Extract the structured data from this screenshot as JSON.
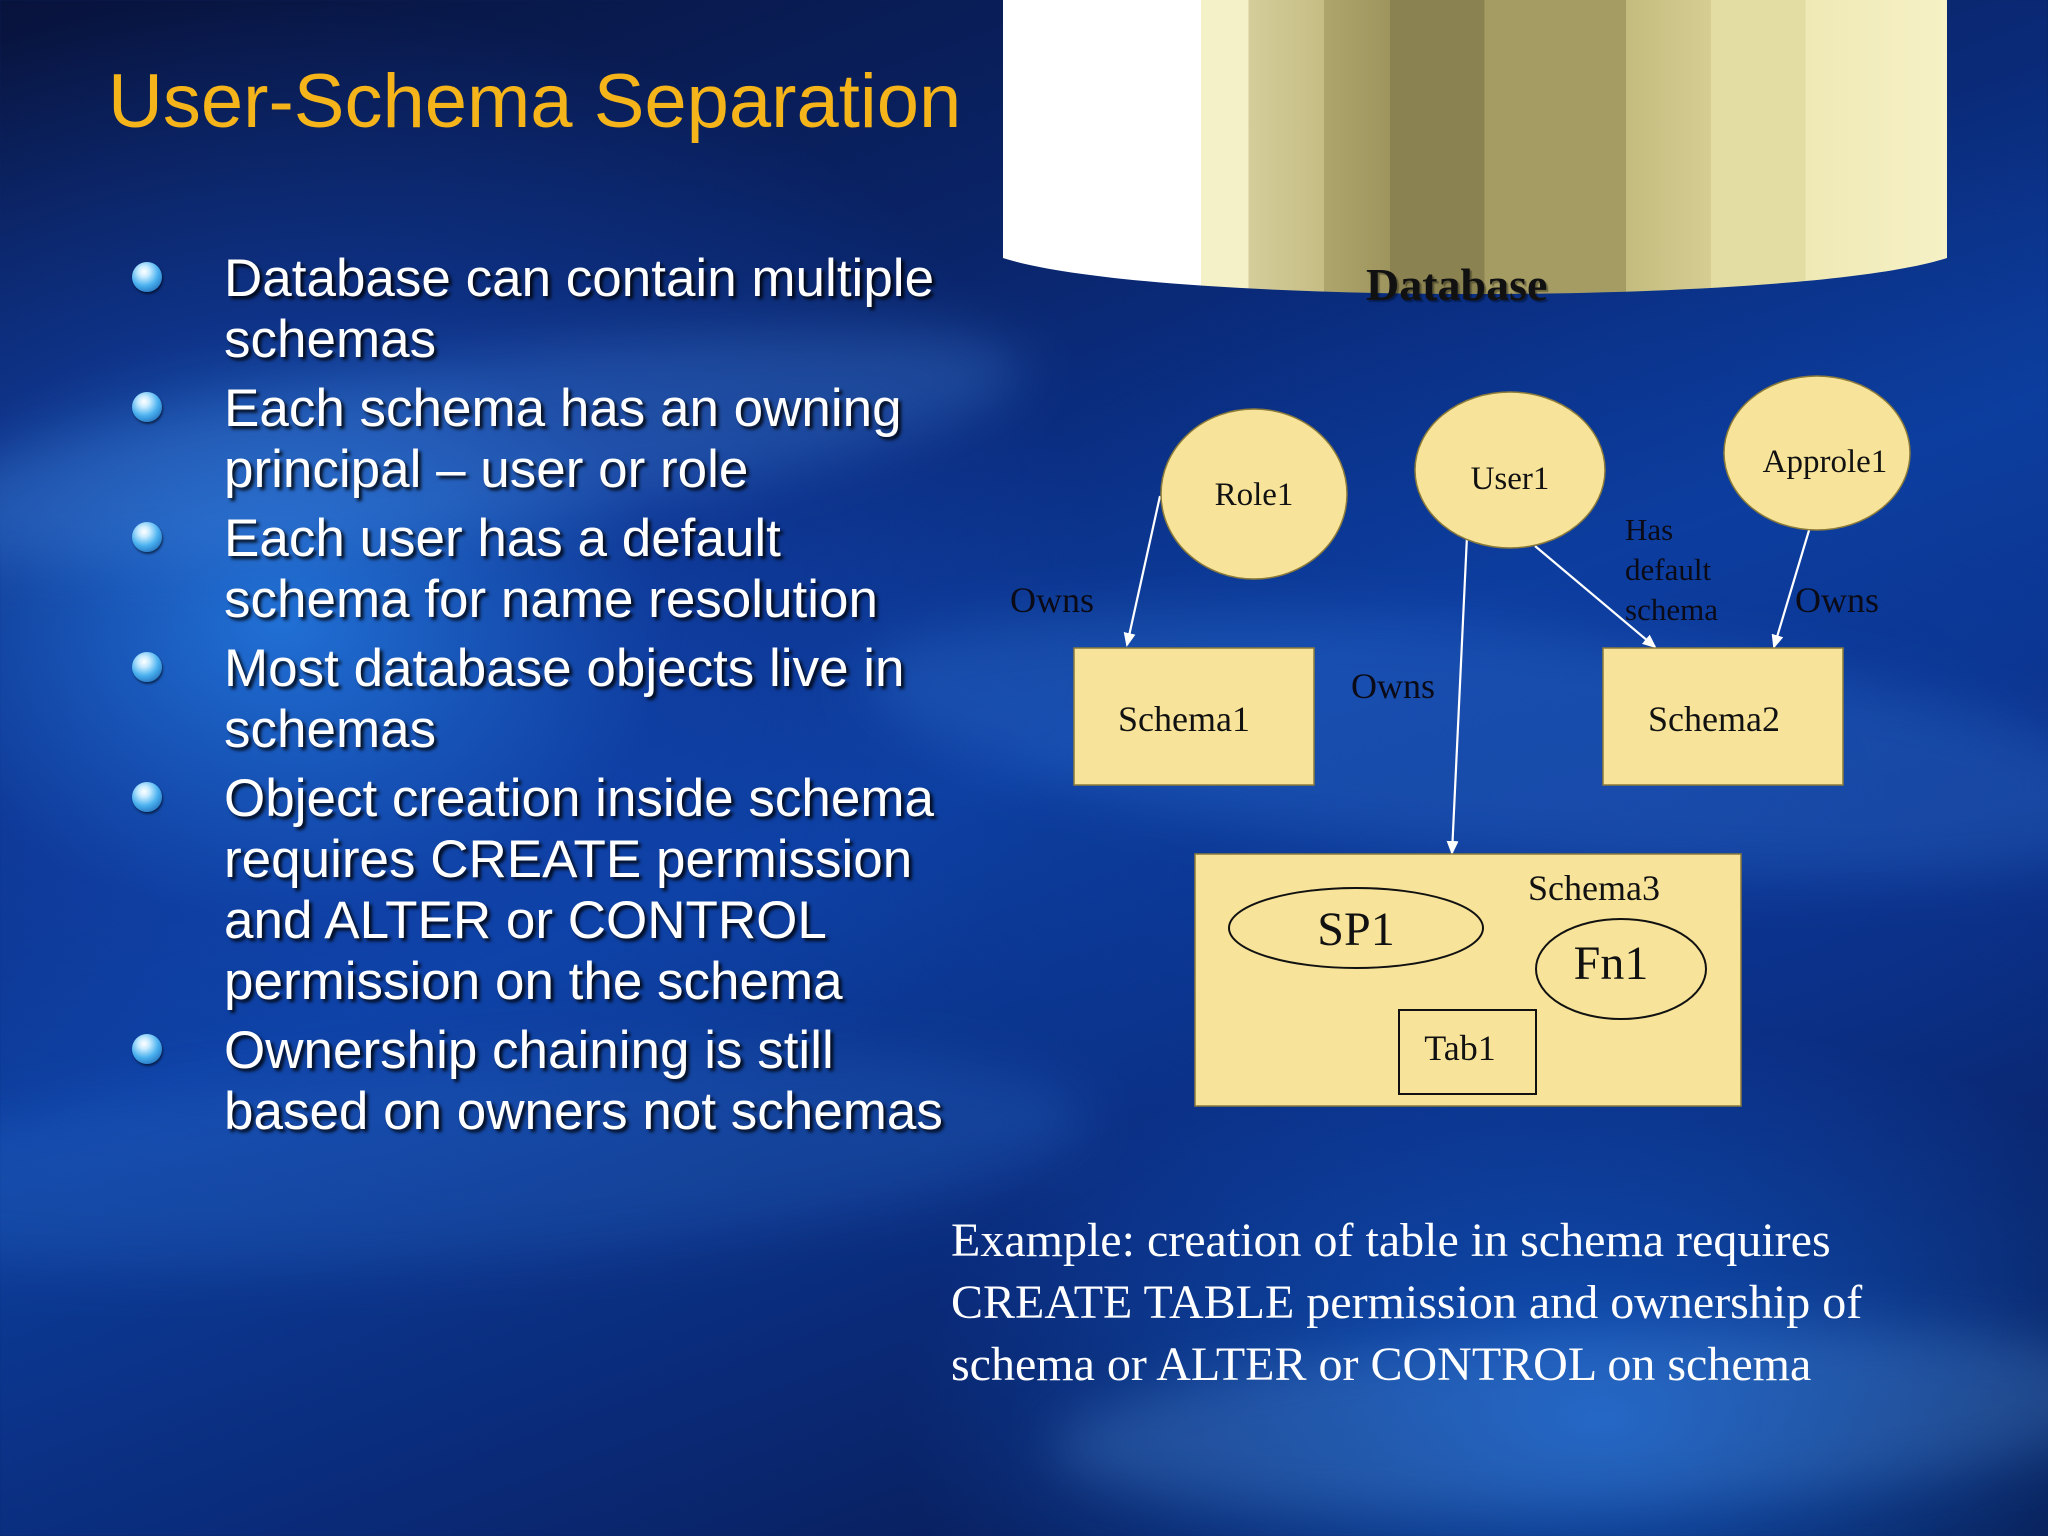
{
  "slide": {
    "title": "User-Schema Separation",
    "bullets": [
      "Database can contain multiple schemas",
      "Each schema has an owning principal – user or role",
      "Each user has a default schema for name resolution",
      "Most database objects live in schemas",
      "Object creation inside schema requires CREATE permission and ALTER or CONTROL permission on the schema",
      "Ownership chaining is still based on owners not schemas"
    ],
    "example": "Example: creation of table in schema requires CREATE TABLE permission and ownership of schema or ALTER or CONTROL on schema"
  },
  "diagram": {
    "database_label": "Database",
    "principals": {
      "role1": "Role1",
      "user1": "User1",
      "approle1": "Approle1"
    },
    "schemas": {
      "schema1": "Schema1",
      "schema2": "Schema2",
      "schema3": "Schema3"
    },
    "objects": {
      "sp1": "SP1",
      "fn1": "Fn1",
      "tab1": "Tab1"
    },
    "edge_labels": {
      "role1_owns": "Owns",
      "user1_owns": "Owns",
      "approle1_owns": "Owns",
      "has_default_schema": [
        "Has",
        "default",
        "schema"
      ]
    }
  },
  "colors": {
    "title": "#f4b41a",
    "node_fill": "#f7e49a",
    "bullet_text": "#ffffff",
    "node_text": "#111111"
  }
}
